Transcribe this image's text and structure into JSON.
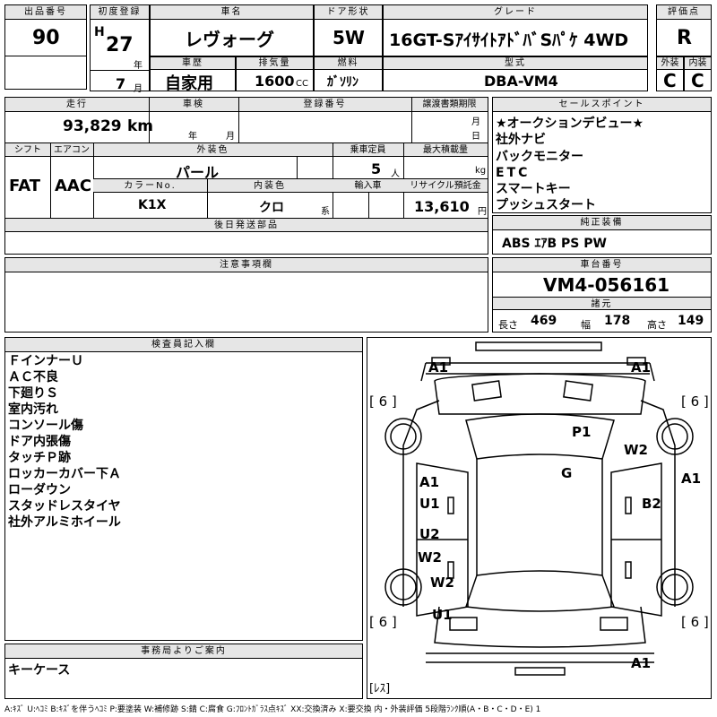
{
  "row1": {
    "lot_header": "出品番号",
    "lot_value": "90",
    "reg_header": "初度登録",
    "era": "H",
    "year_value": "27",
    "year_unit": "年",
    "month_value": "7",
    "month_unit": "月",
    "car_header": "車名",
    "car_value": "レヴォーグ",
    "history_header": "車歴",
    "history_value": "自家用",
    "disp_header": "排気量",
    "disp_value": "1600",
    "disp_unit": "CC",
    "door_header": "ドア形状",
    "door_value": "5W",
    "fuel_header": "燃料",
    "fuel_value": "ｶﾞｿﾘﾝ",
    "grade_header": "グレード",
    "grade_value": "16GT-SｱｲｻｲﾄｱﾄﾞﾊﾞSﾊﾟｹ 4WD",
    "model_header": "型式",
    "model_value": "DBA-VM4",
    "score_header": "評価点",
    "score_value": "R",
    "ext_header": "外装",
    "ext_value": "C",
    "int_header": "内装",
    "int_value": "C"
  },
  "row2": {
    "mileage_header": "走行",
    "mileage_value": "93,829",
    "mileage_unit": "km",
    "shaken_header": "車検",
    "shaken_year": "年",
    "shaken_month": "月",
    "regno_header": "登録番号",
    "transfer_header": "譲渡書類期限",
    "transfer_month": "月",
    "transfer_day": "日",
    "shift_header": "シフト",
    "shift_value": "FAT",
    "ac_header": "エアコン",
    "ac_value": "AAC",
    "color_header": "外装色",
    "color_value": "パール",
    "seats_header": "乗車定員",
    "seats_value": "5",
    "seats_unit": "人",
    "load_header": "最大積載量",
    "load_unit": "kg",
    "colorno_header": "カラーNo.",
    "colorno_value": "K1X",
    "intcolor_header": "内装色",
    "intcolor_value": "クロ",
    "intcolor_unit": "系",
    "import_header": "輸入車",
    "recycle_header": "リサイクル預託金",
    "recycle_value": "13,610",
    "recycle_unit": "円"
  },
  "selling": {
    "header": "セールスポイント",
    "items": [
      "★オークションデビュー★",
      "社外ナビ",
      "バックモニター",
      "ETC",
      "スマートキー",
      "プッシュスタート"
    ]
  },
  "later_parts": {
    "header": "後日発送部品"
  },
  "standard": {
    "header": "純正装備",
    "value": "ABS ｴｱB PS PW"
  },
  "notes": {
    "header": "注意事項欄"
  },
  "chassis": {
    "header": "車台番号",
    "value": "VM4-056161",
    "dims_header": "諸元",
    "length_label": "長さ",
    "length_value": "469",
    "width_label": "幅",
    "width_value": "178",
    "height_label": "高さ",
    "height_value": "149"
  },
  "inspector": {
    "header": "検査員記入欄",
    "items": [
      "ＦインナーＵ",
      "ＡＣ不良",
      "下廻りＳ",
      "室内汚れ",
      "コンソール傷",
      "ドア内張傷",
      "タッチＰ跡",
      "ロッカーカバー下Ａ",
      "ローダウン",
      "スタッドレスタイヤ",
      "社外アルミホイール"
    ]
  },
  "office": {
    "header": "事務局よりご案内",
    "value": "キーケース"
  },
  "diagram": {
    "marks": {
      "front_left": "A1",
      "front_right": "A1",
      "tire_fl": "[ 6 ]",
      "tire_fr": "[ 6 ]",
      "tire_rl": "[ 6 ]",
      "tire_rr": "[ 6 ]",
      "roof": "P1",
      "glass": "G",
      "right_front_fender": "W2",
      "left_front_door_1": "A1",
      "left_front_door_2": "U1",
      "left_rear_door_1": "U2",
      "left_rear_door_2": "W2",
      "left_rear_fender": "W2",
      "left_rocker": "U1",
      "right_side": "A1",
      "right_door": "B2",
      "rear_bumper": "A1",
      "resu": "[ﾚｽ]"
    }
  },
  "legend": "A:ｷｽﾞ U:ﾍｺﾐ B:ｷｽﾞを伴うﾍｺﾐ P:要塗装 W:補修跡 S:錆 C:腐食 G:ﾌﾛﾝﾄｶﾞﾗｽ点ｷｽﾞ XX:交換済み X:要交換 内・外装評価 5段階ﾗﾝｸ順(A・B・C・D・E) 1"
}
